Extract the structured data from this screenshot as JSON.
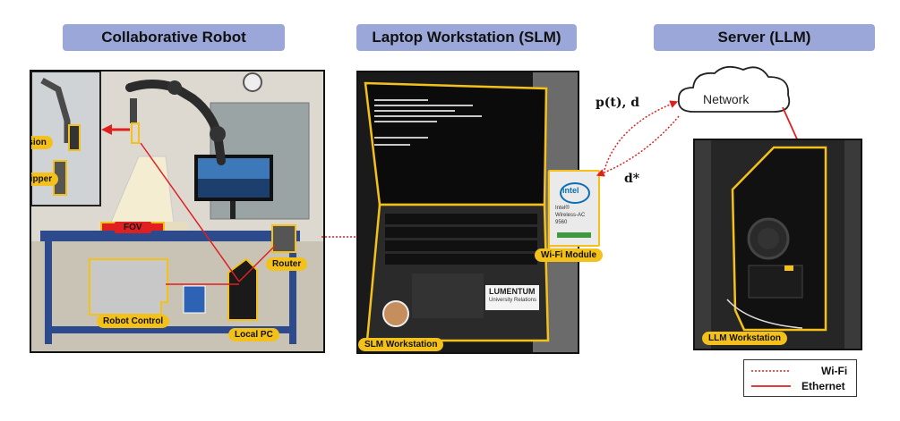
{
  "headers": {
    "robot": "Collaborative Robot",
    "laptop": "Laptop Workstation (SLM)",
    "server": "Server (LLM)"
  },
  "robot_labels": {
    "vision": "Vision",
    "gripper": "Gripper",
    "fov": "FOV",
    "router": "Router",
    "robot_control": "Robot Control",
    "local_pc": "Local PC"
  },
  "laptop_labels": {
    "slm_workstation": "SLM Workstation",
    "wifi_module": "Wi-Fi Module",
    "intel_line1": "intel",
    "intel_line2": "Intel®",
    "intel_line3": "Wireless-AC",
    "intel_line4": "9560",
    "lumentum": "LUMENTUM",
    "lumentum_sub": "University Relations"
  },
  "server_labels": {
    "network": "Network",
    "llm_workstation": "LLM Workstation"
  },
  "link_labels": {
    "upward": "p(t), d",
    "downward": "d*"
  },
  "legend": {
    "wifi": "Wi-Fi",
    "ethernet": "Ethernet"
  },
  "colors": {
    "header_bg": "#9aa7d8",
    "highlight_yellow": "#f3c11a",
    "link_red": "#e02020"
  }
}
